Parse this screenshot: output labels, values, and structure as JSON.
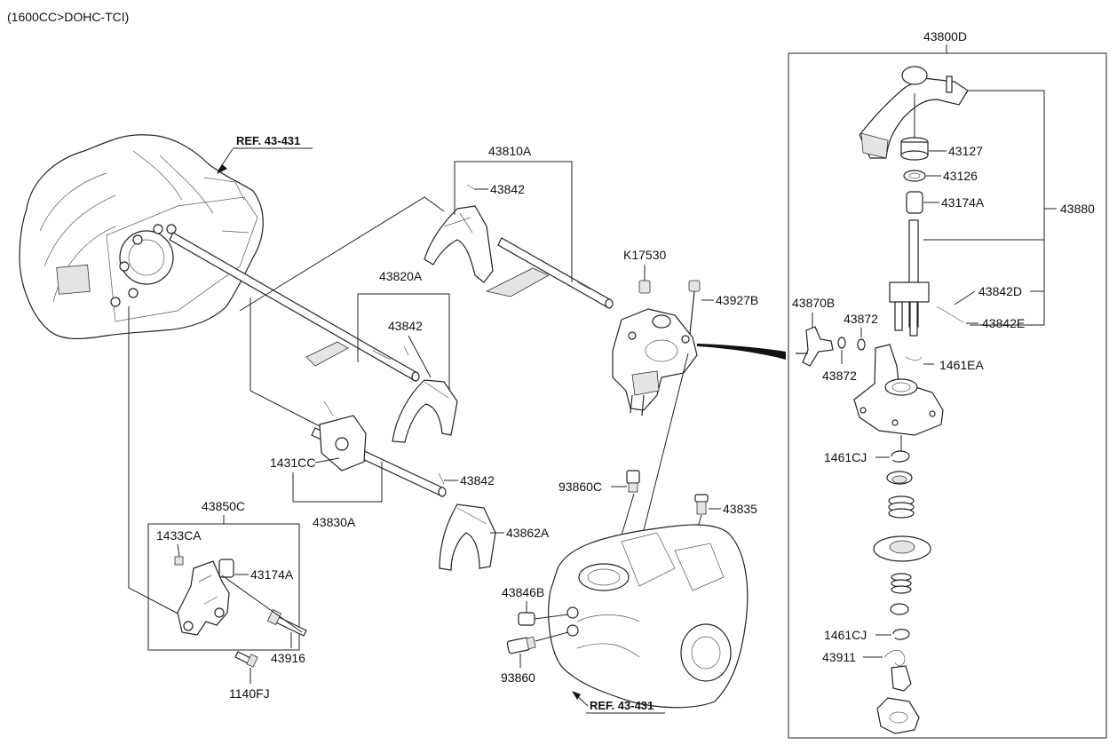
{
  "header": {
    "engine_note": "(1600CC>DOHC-TCI)"
  },
  "refs": {
    "upper_ref": "REF. 43-431",
    "lower_ref": "REF. 43-431"
  },
  "labels": {
    "p43800D": "43800D",
    "p43127": "43127",
    "p43126": "43126",
    "p43174A_top": "43174A",
    "p43880": "43880",
    "p43842D": "43842D",
    "p43842E": "43842E",
    "p43870B": "43870B",
    "p43872_a": "43872",
    "p43872_b": "43872",
    "p1461EA": "1461EA",
    "p1461CJ_a": "1461CJ",
    "p1461CJ_b": "1461CJ",
    "p43911": "43911",
    "p43810A": "43810A",
    "p43842_a": "43842",
    "p43842_b": "43842",
    "p43842_c": "43842",
    "p43820A": "43820A",
    "pK17530": "K17530",
    "p43927B": "43927B",
    "p1431CC": "1431CC",
    "p43830A": "43830A",
    "p43862A": "43862A",
    "p93860C": "93860C",
    "p43835": "43835",
    "p43850C": "43850C",
    "p1433CA": "1433CA",
    "p43174A_bottom": "43174A",
    "p43916": "43916",
    "p1140FJ": "1140FJ",
    "p43846B": "43846B",
    "p93860": "93860"
  }
}
